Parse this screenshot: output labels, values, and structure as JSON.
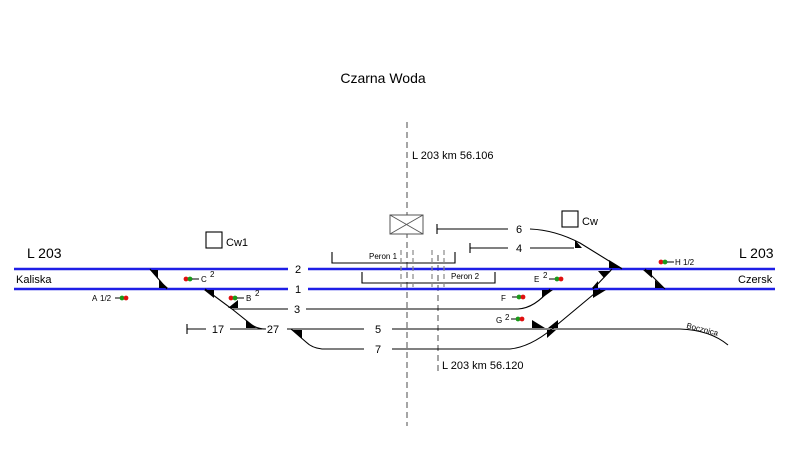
{
  "station": {
    "title": "Czarna Woda",
    "line_left": "L 203",
    "line_right": "L 203",
    "dir_left": "Kaliska",
    "dir_right": "Czersk",
    "km_top": "L 203  km  56.106",
    "km_bottom": "L 203  km  56.120",
    "box_left": "Cw1",
    "box_right": "Cw",
    "siding": "Bocznica"
  },
  "platforms": [
    "Peron 1",
    "Peron 2"
  ],
  "tracks": {
    "t2": "2",
    "t1": "1",
    "t3": "3",
    "t5": "5",
    "t7": "7",
    "t6": "6",
    "t4": "4",
    "t17": "17",
    "t27": "27"
  },
  "signals": {
    "A": {
      "name": "A",
      "sub": "1/2"
    },
    "B": {
      "name": "B",
      "sup": "2"
    },
    "C": {
      "name": "C",
      "sup": "2"
    },
    "E": {
      "name": "E",
      "sup": "2"
    },
    "F": {
      "name": "F"
    },
    "G": {
      "name": "G",
      "sup": "2"
    },
    "H": {
      "name": "H",
      "sub": "1/2"
    }
  },
  "colors": {
    "main_track": "#1f1fe6",
    "signal_red": "#e01010",
    "signal_green": "#1a9a1a"
  }
}
